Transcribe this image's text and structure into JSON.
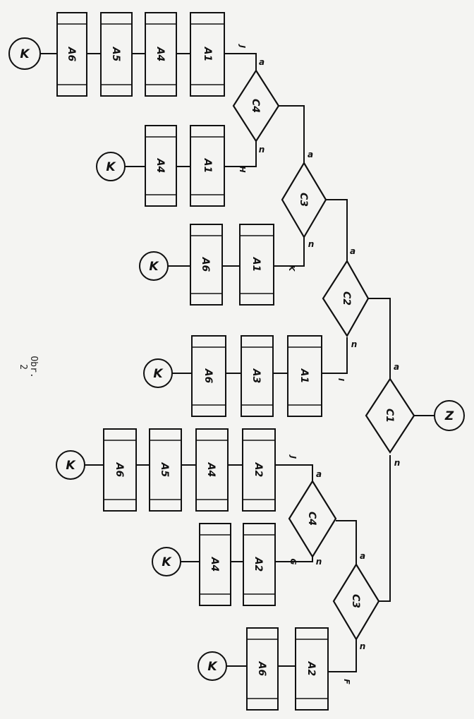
{
  "caption": "Obr. 2",
  "terminal_start": "Z",
  "end_label": "K",
  "branch_yes": "a",
  "branch_no": "n",
  "decisions": [
    "C1",
    "C2",
    "C3",
    "C4",
    "C4",
    "C3"
  ],
  "groups": [
    {
      "steps": [
        "A1",
        "A4",
        "A5",
        "A6"
      ],
      "tag": "J"
    },
    {
      "steps": [
        "A1",
        "A4"
      ],
      "tag": "H"
    },
    {
      "steps": [
        "A1",
        "A6"
      ],
      "tag": "K"
    },
    {
      "steps": [
        "A1",
        "A3",
        "A6"
      ],
      "tag": "I"
    },
    {
      "steps": [
        "A2",
        "A4",
        "A5",
        "A6"
      ],
      "tag": "J"
    },
    {
      "steps": [
        "A2",
        "A4"
      ],
      "tag": "G"
    },
    {
      "steps": [
        "A2",
        "A6"
      ],
      "tag": "F"
    }
  ],
  "colors": {
    "ink": "#111111",
    "paper": "#f4f4f2"
  }
}
